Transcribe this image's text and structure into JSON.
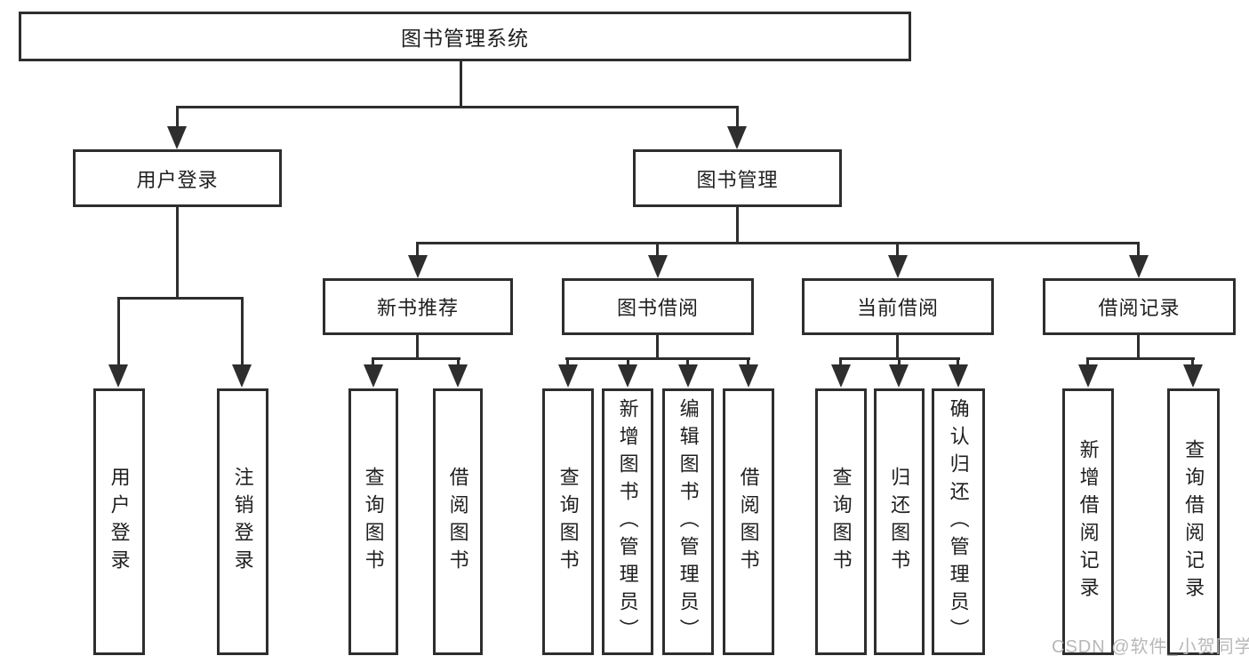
{
  "nodes": {
    "root": "图书管理系统",
    "user_login": "用户登录",
    "book_mgmt": "图书管理",
    "new_books": "新书推荐",
    "book_borrow": "图书借阅",
    "current_borrow": "当前借阅",
    "borrow_records": "借阅记录",
    "leaf_user_login": "用户登录",
    "leaf_logout": "注销登录",
    "nb_query": "查询图书",
    "nb_borrow": "借阅图书",
    "bb_query": "查询图书",
    "bb_add": "新增图书（管理员）",
    "bb_edit": "编辑图书（管理员）",
    "bb_borrow": "借阅图书",
    "cb_query": "查询图书",
    "cb_return": "归还图书",
    "cb_confirm": "确认归还（管理员）",
    "rec_add": "新增借阅记录",
    "rec_query": "查询借阅记录"
  },
  "watermark": "CSDN @软件_小贺同学",
  "theme": {
    "line": "#2e2e2e",
    "text": "#1f1f1f",
    "watermark": "#b8b8b8",
    "background": "#ffffff"
  }
}
